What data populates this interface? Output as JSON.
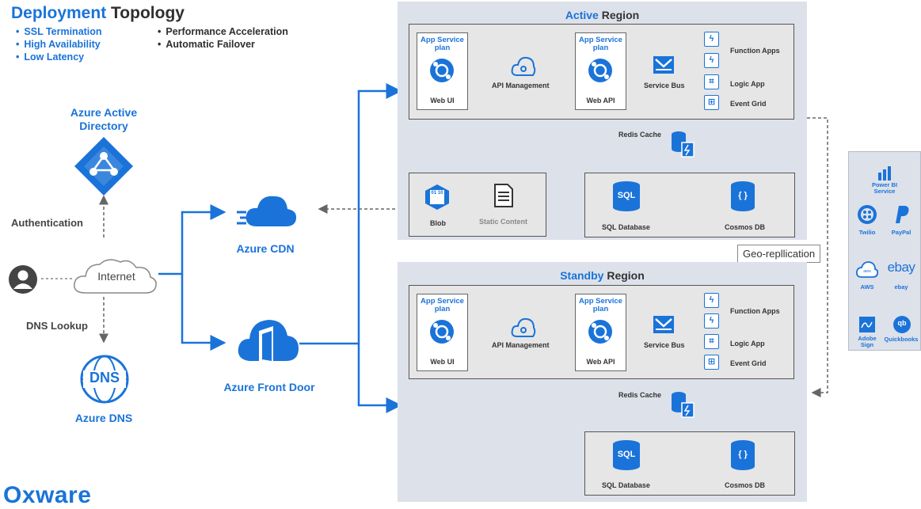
{
  "header": {
    "title_accent": "Deployment",
    "title_rest": "Topology",
    "features_left": [
      "SSL Termination",
      "High Availability",
      "Low Latency"
    ],
    "features_right": [
      "Performance Acceleration",
      "Automatic Failover"
    ]
  },
  "left": {
    "aad": [
      "Azure Active",
      "Directory"
    ],
    "authentication": "Authentication",
    "internet": "Internet",
    "dns_lookup": "DNS Lookup",
    "dns_icon_text": "DNS",
    "azure_dns": "Azure DNS",
    "cdn": "Azure CDN",
    "front_door": "Azure Front Door",
    "logo": "Oxware"
  },
  "active": {
    "title_accent": "Active",
    "title_rest": "Region",
    "plan": [
      "App Service",
      "plan"
    ],
    "web_ui": "Web UI",
    "web_api": "Web API",
    "api_mgmt": "API Management",
    "service_bus": "Service Bus",
    "function_apps": "Function Apps",
    "logic_app": "Logic App",
    "event_grid": "Event Grid",
    "redis": "Redis Cache",
    "blob": "Blob",
    "blob_icon": "01 10",
    "static": "Static Content",
    "sql_icon": "SQL",
    "sql_db": "SQL Database",
    "cosmos_icon": "{ }",
    "cosmos": "Cosmos DB"
  },
  "standby": {
    "title_accent": "Standby",
    "title_rest": "Region",
    "plan": [
      "App Service",
      "plan"
    ],
    "web_ui": "Web UI",
    "web_api": "Web API",
    "api_mgmt": "API Management",
    "service_bus": "Service Bus",
    "function_apps": "Function Apps",
    "logic_app": "Logic App",
    "event_grid": "Event Grid",
    "redis": "Redis Cache",
    "sql_icon": "SQL",
    "sql_db": "SQL Database",
    "cosmos_icon": "{ }",
    "cosmos": "Cosmos DB"
  },
  "geo": "Geo-repllication",
  "integrations": {
    "powerbi": [
      "Power BI",
      "Service"
    ],
    "twilio": "Twilio",
    "paypal": "PayPal",
    "aws": "AWS",
    "aws_icon": "aws",
    "ebay": "ebay",
    "ebay_logo": "ebay",
    "adobe": [
      "Adobe",
      "Sign"
    ],
    "quickbooks": "Quickbooks",
    "qb_icon": "qb"
  },
  "colors": {
    "accent": "#1a73d9",
    "region_bg": "#dde1ea",
    "dark_text": "#2f2f2f"
  }
}
